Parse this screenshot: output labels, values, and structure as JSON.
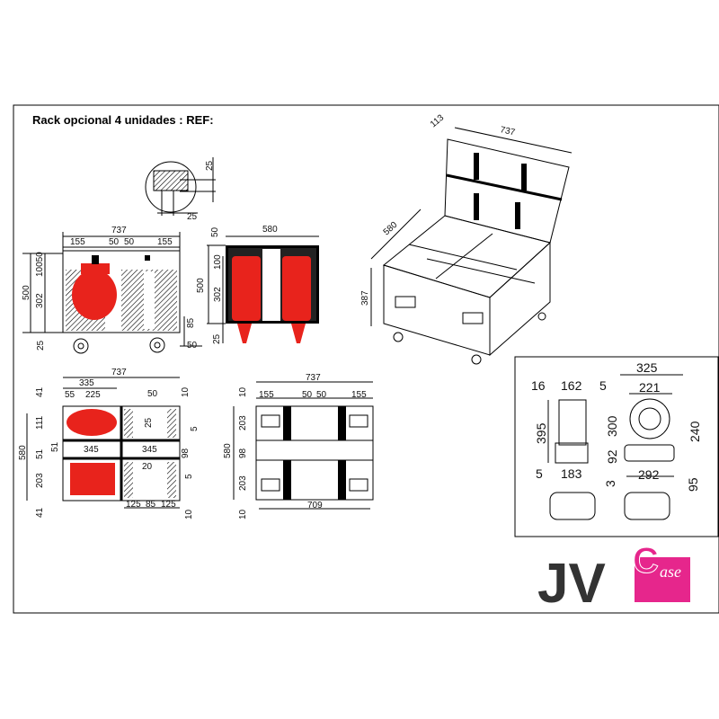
{
  "title": "Rack opcional 4 unidades : REF:",
  "colors": {
    "accent_red": "#e8231c",
    "logo_pink": "#e6268c",
    "logo_dark": "#333333"
  },
  "logo": {
    "main": "JV",
    "mark_letter": "C",
    "mark_rest": "ase"
  },
  "detail_view": {
    "dims": [
      "25",
      "25"
    ]
  },
  "side_view": {
    "dims": [
      "737",
      "155",
      "50",
      "50",
      "155",
      "500",
      "10050",
      "302",
      "85",
      "50",
      "25"
    ]
  },
  "front_view": {
    "dims": [
      "580",
      "50",
      "100",
      "500",
      "302",
      "25"
    ]
  },
  "top_view": {
    "dims": [
      "737",
      "335",
      "55",
      "225",
      "50",
      "10",
      "41",
      "111",
      "580",
      "51",
      "51",
      "203",
      "41",
      "345",
      "345",
      "98",
      "5",
      "5",
      "25",
      "20",
      "125",
      "85",
      "125",
      "10"
    ]
  },
  "bottom_view": {
    "dims": [
      "737",
      "10",
      "155",
      "50",
      "50",
      "155",
      "203",
      "580",
      "98",
      "203",
      "709",
      "10"
    ]
  },
  "iso_view": {
    "dims": [
      "113",
      "737",
      "580",
      "387"
    ]
  },
  "fixture_view": {
    "dims": [
      "325",
      "16",
      "162",
      "5",
      "221",
      "395",
      "300",
      "240",
      "92",
      "5",
      "183",
      "292",
      "3",
      "95"
    ]
  }
}
